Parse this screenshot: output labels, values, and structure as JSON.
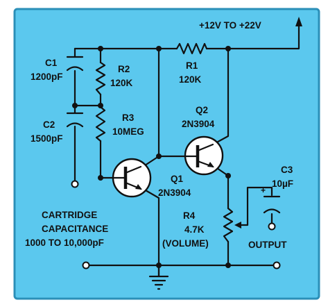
{
  "colors": {
    "panel_background": "#5bc8ee",
    "panel_border": "#2b8fb8",
    "wire": "#111111",
    "transistor_fill": "#ffffff"
  },
  "supply": {
    "label": "+12V TO +22V"
  },
  "components": {
    "c1": {
      "ref": "C1",
      "value": "1200pF"
    },
    "c2": {
      "ref": "C2",
      "value": "1500pF"
    },
    "c3": {
      "ref": "C3",
      "value": "10µF",
      "polarity": "+"
    },
    "r1": {
      "ref": "R1",
      "value": "120K"
    },
    "r2": {
      "ref": "R2",
      "value": "120K"
    },
    "r3": {
      "ref": "R3",
      "value": "10MEG"
    },
    "r4": {
      "ref": "R4",
      "value": "4.7K",
      "note": "(VOLUME)"
    },
    "q1": {
      "ref": "Q1",
      "value": "2N3904"
    },
    "q2": {
      "ref": "Q2",
      "value": "2N3904"
    }
  },
  "notes": {
    "cartridge": [
      "CARTRIDGE",
      "CAPACITANCE",
      "1000 TO 10,000pF"
    ],
    "output": "OUTPUT"
  }
}
